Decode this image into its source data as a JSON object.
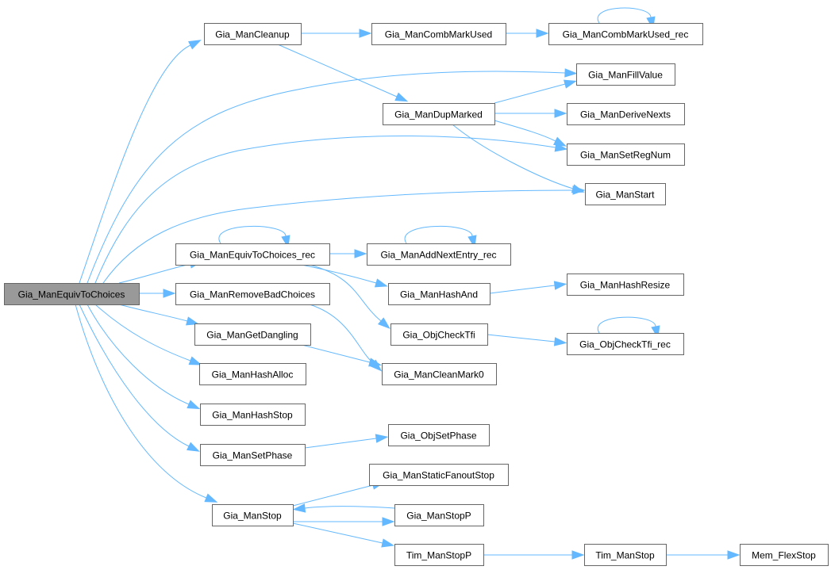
{
  "diagram": {
    "type": "call-graph",
    "colors": {
      "edge": "#63b8ff",
      "root_fill": "#999999",
      "node_fill": "#ffffff",
      "node_border": "#666666"
    },
    "root": "Gia_ManEquivToChoices",
    "nodes": [
      {
        "id": "n0",
        "label": "Gia_ManEquivToChoices"
      },
      {
        "id": "n1",
        "label": "Gia_ManCleanup"
      },
      {
        "id": "n2",
        "label": "Gia_ManCombMarkUsed"
      },
      {
        "id": "n3",
        "label": "Gia_ManCombMarkUsed_rec"
      },
      {
        "id": "n4",
        "label": "Gia_ManDupMarked"
      },
      {
        "id": "n5",
        "label": "Gia_ManFillValue"
      },
      {
        "id": "n6",
        "label": "Gia_ManDeriveNexts"
      },
      {
        "id": "n7",
        "label": "Gia_ManSetRegNum"
      },
      {
        "id": "n8",
        "label": "Gia_ManStart"
      },
      {
        "id": "n9",
        "label": "Gia_ManEquivToChoices_rec"
      },
      {
        "id": "n10",
        "label": "Gia_ManAddNextEntry_rec"
      },
      {
        "id": "n11",
        "label": "Gia_ManHashAnd"
      },
      {
        "id": "n12",
        "label": "Gia_ManHashResize"
      },
      {
        "id": "n13",
        "label": "Gia_ObjCheckTfi"
      },
      {
        "id": "n14",
        "label": "Gia_ObjCheckTfi_rec"
      },
      {
        "id": "n15",
        "label": "Gia_ManRemoveBadChoices"
      },
      {
        "id": "n16",
        "label": "Gia_ManCleanMark0"
      },
      {
        "id": "n17",
        "label": "Gia_ManGetDangling"
      },
      {
        "id": "n18",
        "label": "Gia_ManHashAlloc"
      },
      {
        "id": "n19",
        "label": "Gia_ManHashStop"
      },
      {
        "id": "n20",
        "label": "Gia_ManSetPhase"
      },
      {
        "id": "n21",
        "label": "Gia_ObjSetPhase"
      },
      {
        "id": "n22",
        "label": "Gia_ManStop"
      },
      {
        "id": "n23",
        "label": "Gia_ManStaticFanoutStop"
      },
      {
        "id": "n24",
        "label": "Gia_ManStopP"
      },
      {
        "id": "n25",
        "label": "Tim_ManStopP"
      },
      {
        "id": "n26",
        "label": "Tim_ManStop"
      },
      {
        "id": "n27",
        "label": "Mem_FlexStop"
      }
    ],
    "edges": [
      {
        "from": "n0",
        "to": "n1"
      },
      {
        "from": "n0",
        "to": "n5"
      },
      {
        "from": "n0",
        "to": "n7"
      },
      {
        "from": "n0",
        "to": "n8"
      },
      {
        "from": "n0",
        "to": "n9"
      },
      {
        "from": "n0",
        "to": "n15"
      },
      {
        "from": "n0",
        "to": "n17"
      },
      {
        "from": "n0",
        "to": "n18"
      },
      {
        "from": "n0",
        "to": "n19"
      },
      {
        "from": "n0",
        "to": "n20"
      },
      {
        "from": "n0",
        "to": "n22"
      },
      {
        "from": "n1",
        "to": "n2"
      },
      {
        "from": "n1",
        "to": "n4"
      },
      {
        "from": "n2",
        "to": "n3"
      },
      {
        "from": "n3",
        "to": "n3"
      },
      {
        "from": "n4",
        "to": "n5"
      },
      {
        "from": "n4",
        "to": "n6"
      },
      {
        "from": "n4",
        "to": "n7"
      },
      {
        "from": "n4",
        "to": "n8"
      },
      {
        "from": "n9",
        "to": "n9"
      },
      {
        "from": "n9",
        "to": "n10"
      },
      {
        "from": "n9",
        "to": "n11"
      },
      {
        "from": "n9",
        "to": "n13"
      },
      {
        "from": "n10",
        "to": "n10"
      },
      {
        "from": "n11",
        "to": "n12"
      },
      {
        "from": "n13",
        "to": "n14"
      },
      {
        "from": "n14",
        "to": "n14"
      },
      {
        "from": "n15",
        "to": "n16"
      },
      {
        "from": "n17",
        "to": "n16"
      },
      {
        "from": "n20",
        "to": "n21"
      },
      {
        "from": "n22",
        "to": "n23"
      },
      {
        "from": "n22",
        "to": "n24"
      },
      {
        "from": "n22",
        "to": "n25"
      },
      {
        "from": "n24",
        "to": "n22"
      },
      {
        "from": "n25",
        "to": "n26"
      },
      {
        "from": "n26",
        "to": "n27"
      }
    ]
  }
}
